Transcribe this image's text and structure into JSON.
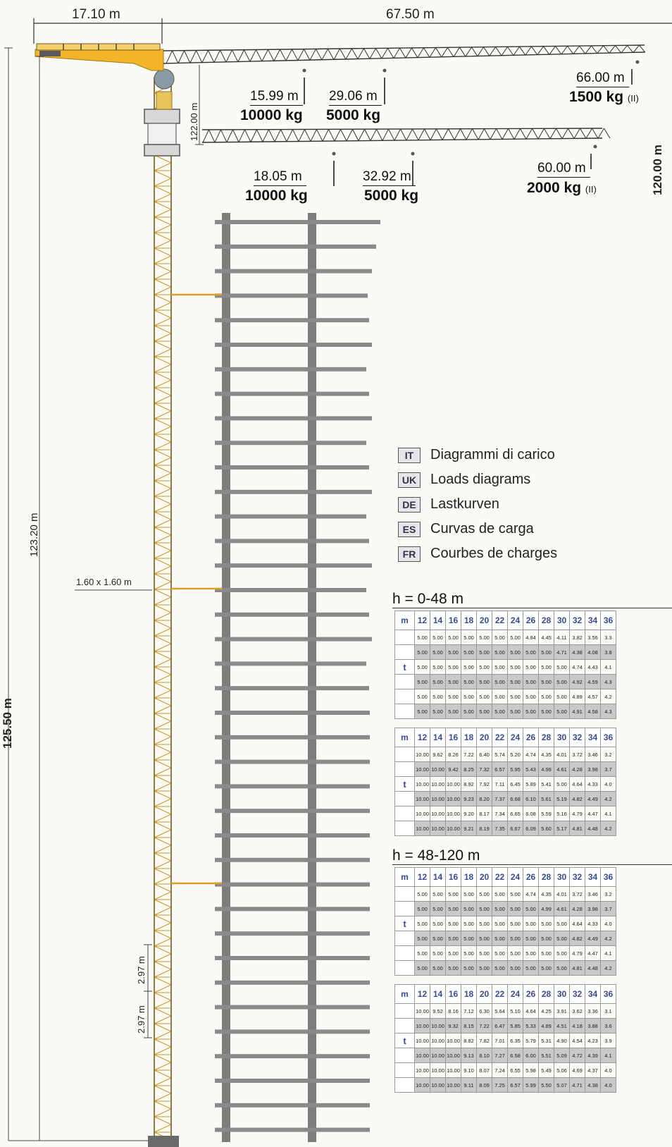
{
  "dimensions": {
    "counter_jib": "17.10 m",
    "jib": "67.50 m",
    "upper_jib_height": "122.00 m",
    "lower_jib_height": "120.00 m",
    "hook_height": "123.20 m",
    "total_height": "125.50 m",
    "mast_section": "1.60 x 1.60 m",
    "mast_element_a": "2.97 m",
    "mast_element_b": "2.97 m"
  },
  "upper_loads": [
    {
      "radius": "15.99 m",
      "load": "10000 kg",
      "suffix": ""
    },
    {
      "radius": "29.06 m",
      "load": "5000 kg",
      "suffix": ""
    },
    {
      "radius": "66.00 m",
      "load": "1500 kg",
      "suffix": "(II)"
    }
  ],
  "lower_loads": [
    {
      "radius": "18.05 m",
      "load": "10000 kg",
      "suffix": ""
    },
    {
      "radius": "32.92 m",
      "load": "5000 kg",
      "suffix": ""
    },
    {
      "radius": "60.00 m",
      "load": "2000 kg",
      "suffix": "(II)"
    }
  ],
  "legend": [
    {
      "code": "IT",
      "text": "Diagrammi di carico"
    },
    {
      "code": "UK",
      "text": "Loads diagrams"
    },
    {
      "code": "DE",
      "text": "Lastkurven"
    },
    {
      "code": "ES",
      "text": "Curvas de carga"
    },
    {
      "code": "FR",
      "text": "Courbes de charges"
    }
  ],
  "sections": [
    {
      "title": "h = 0-48 m",
      "tables": [
        {
          "unit_header": "m",
          "unit_row": "t",
          "columns": [
            "12",
            "14",
            "16",
            "18",
            "20",
            "22",
            "24",
            "26",
            "28",
            "30",
            "32",
            "34",
            "36"
          ],
          "rows": [
            [
              "5.00",
              "5.00",
              "5.00",
              "5.00",
              "5.00",
              "5.00",
              "5.00",
              "4.84",
              "4.45",
              "4.11",
              "3.82",
              "3.56",
              "3.3"
            ],
            [
              "5.00",
              "5.00",
              "5.00",
              "5.00",
              "5.00",
              "5.00",
              "5.00",
              "5.00",
              "5.00",
              "4.71",
              "4.38",
              "4.08",
              "3.8"
            ],
            [
              "5.00",
              "5.00",
              "5.00",
              "5.00",
              "5.00",
              "5.00",
              "5.00",
              "5.00",
              "5.00",
              "5.00",
              "4.74",
              "4.43",
              "4.1"
            ],
            [
              "5.00",
              "5.00",
              "5.00",
              "5.00",
              "5.00",
              "5.00",
              "5.00",
              "5.00",
              "5.00",
              "5.00",
              "4.92",
              "4.59",
              "4.3"
            ],
            [
              "5.00",
              "5.00",
              "5.00",
              "5.00",
              "5.00",
              "5.00",
              "5.00",
              "5.00",
              "5.00",
              "5.00",
              "4.89",
              "4.57",
              "4.2"
            ],
            [
              "5.00",
              "5.00",
              "5.00",
              "5.00",
              "5.00",
              "5.00",
              "5.00",
              "5.00",
              "5.00",
              "5.00",
              "4.91",
              "4.58",
              "4.3"
            ]
          ]
        },
        {
          "unit_header": "m",
          "unit_row": "t",
          "columns": [
            "12",
            "14",
            "16",
            "18",
            "20",
            "22",
            "24",
            "26",
            "28",
            "30",
            "32",
            "34",
            "36"
          ],
          "rows": [
            [
              "10.00",
              "9.62",
              "8.26",
              "7.22",
              "6.40",
              "5.74",
              "5.20",
              "4.74",
              "4.35",
              "4.01",
              "3.72",
              "3.46",
              "3.2"
            ],
            [
              "10.00",
              "10.00",
              "9.42",
              "8.25",
              "7.32",
              "6.57",
              "5.95",
              "5.43",
              "4.99",
              "4.61",
              "4.28",
              "3.98",
              "3.7"
            ],
            [
              "10.00",
              "10.00",
              "10.00",
              "8.92",
              "7.92",
              "7.11",
              "6.45",
              "5.89",
              "5.41",
              "5.00",
              "4.64",
              "4.33",
              "4.0"
            ],
            [
              "10.00",
              "10.00",
              "10.00",
              "9.23",
              "8.20",
              "7.37",
              "6.68",
              "6.10",
              "5.61",
              "5.19",
              "4.82",
              "4.49",
              "4.2"
            ],
            [
              "10.00",
              "10.00",
              "10.00",
              "9.20",
              "8.17",
              "7.34",
              "6.65",
              "6.08",
              "5.59",
              "5.16",
              "4.79",
              "4.47",
              "4.1"
            ],
            [
              "10.00",
              "10.00",
              "10.00",
              "9.21",
              "8.19",
              "7.35",
              "6.67",
              "6.09",
              "5.60",
              "5.17",
              "4.81",
              "4.48",
              "4.2"
            ]
          ]
        }
      ]
    },
    {
      "title": "h = 48-120 m",
      "tables": [
        {
          "unit_header": "m",
          "unit_row": "t",
          "columns": [
            "12",
            "14",
            "16",
            "18",
            "20",
            "22",
            "24",
            "26",
            "28",
            "30",
            "32",
            "34",
            "36"
          ],
          "rows": [
            [
              "5.00",
              "5.00",
              "5.00",
              "5.00",
              "5.00",
              "5.00",
              "5.00",
              "4.74",
              "4.35",
              "4.01",
              "3.72",
              "3.46",
              "3.2"
            ],
            [
              "5.00",
              "5.00",
              "5.00",
              "5.00",
              "5.00",
              "5.00",
              "5.00",
              "5.00",
              "4.99",
              "4.61",
              "4.28",
              "3.98",
              "3.7"
            ],
            [
              "5.00",
              "5.00",
              "5.00",
              "5.00",
              "5.00",
              "5.00",
              "5.00",
              "5.00",
              "5.00",
              "5.00",
              "4.64",
              "4.33",
              "4.0"
            ],
            [
              "5.00",
              "5.00",
              "5.00",
              "5.00",
              "5.00",
              "5.00",
              "5.00",
              "5.00",
              "5.00",
              "5.00",
              "4.82",
              "4.49",
              "4.2"
            ],
            [
              "5.00",
              "5.00",
              "5.00",
              "5.00",
              "5.00",
              "5.00",
              "5.00",
              "5.00",
              "5.00",
              "5.00",
              "4.79",
              "4.47",
              "4.1"
            ],
            [
              "5.00",
              "5.00",
              "5.00",
              "5.00",
              "5.00",
              "5.00",
              "5.00",
              "5.00",
              "5.00",
              "5.00",
              "4.81",
              "4.48",
              "4.2"
            ]
          ]
        },
        {
          "unit_header": "m",
          "unit_row": "t",
          "columns": [
            "12",
            "14",
            "16",
            "18",
            "20",
            "22",
            "24",
            "26",
            "28",
            "30",
            "32",
            "34",
            "36"
          ],
          "rows": [
            [
              "10.00",
              "9.52",
              "8.16",
              "7.12",
              "6.30",
              "5.64",
              "5.10",
              "4.64",
              "4.25",
              "3.91",
              "3.62",
              "3.36",
              "3.1"
            ],
            [
              "10.00",
              "10.00",
              "9.32",
              "8.15",
              "7.22",
              "6.47",
              "5.85",
              "5.33",
              "4.89",
              "4.51",
              "4.18",
              "3.88",
              "3.6"
            ],
            [
              "10.00",
              "10.00",
              "10.00",
              "8.82",
              "7.82",
              "7.01",
              "6.35",
              "5.79",
              "5.31",
              "4.90",
              "4.54",
              "4.23",
              "3.9"
            ],
            [
              "10.00",
              "10.00",
              "10.00",
              "9.13",
              "8.10",
              "7.27",
              "6.58",
              "6.00",
              "5.51",
              "5.09",
              "4.72",
              "4.39",
              "4.1"
            ],
            [
              "10.00",
              "10.00",
              "10.00",
              "9.10",
              "8.07",
              "7.24",
              "6.55",
              "5.98",
              "5.49",
              "5.06",
              "4.69",
              "4.37",
              "4.0"
            ],
            [
              "10.00",
              "10.00",
              "10.00",
              "9.11",
              "8.09",
              "7.25",
              "6.57",
              "5.99",
              "5.50",
              "5.07",
              "4.71",
              "4.38",
              "4.0"
            ]
          ]
        }
      ]
    }
  ],
  "colors": {
    "crane_yellow": "#f2b52a",
    "steel_grey": "#7d7d7d",
    "shaded_row": "#c9c9c9",
    "header_blue": "#3a4a9a"
  }
}
